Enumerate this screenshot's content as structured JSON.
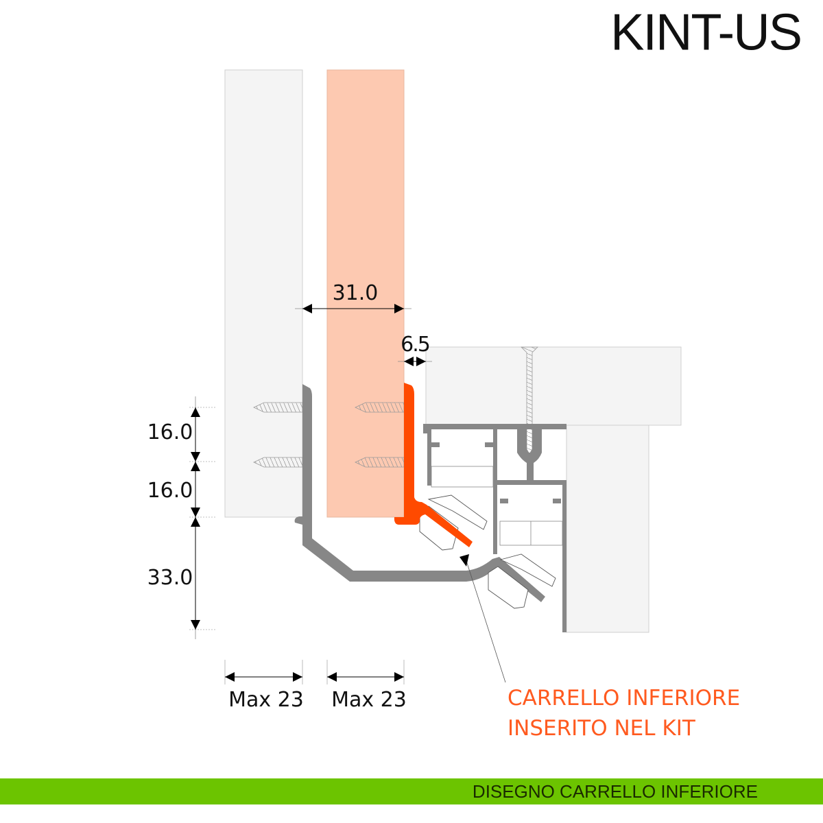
{
  "title": "KINT-US",
  "dimensions": {
    "door_thickness": "31.0",
    "gap": "6.5",
    "screw_spacing_1": "16.0",
    "screw_spacing_2": "16.0",
    "bottom_height": "33.0",
    "max_left": "Max 23",
    "max_right": "Max 23"
  },
  "annotation": {
    "line1": "CARRELLO INFERIORE",
    "line2": "INSERITO NEL KIT"
  },
  "footer": {
    "label": "DISEGNO CARRELLO INFERIORE"
  },
  "colors": {
    "panel": "#f4f4f4",
    "door": "#fdc9b1",
    "orange_profile": "#ff4a00",
    "gray_profile": "#878787",
    "accent_text": "#ff5a1f",
    "footer_bar": "#6cc400"
  }
}
